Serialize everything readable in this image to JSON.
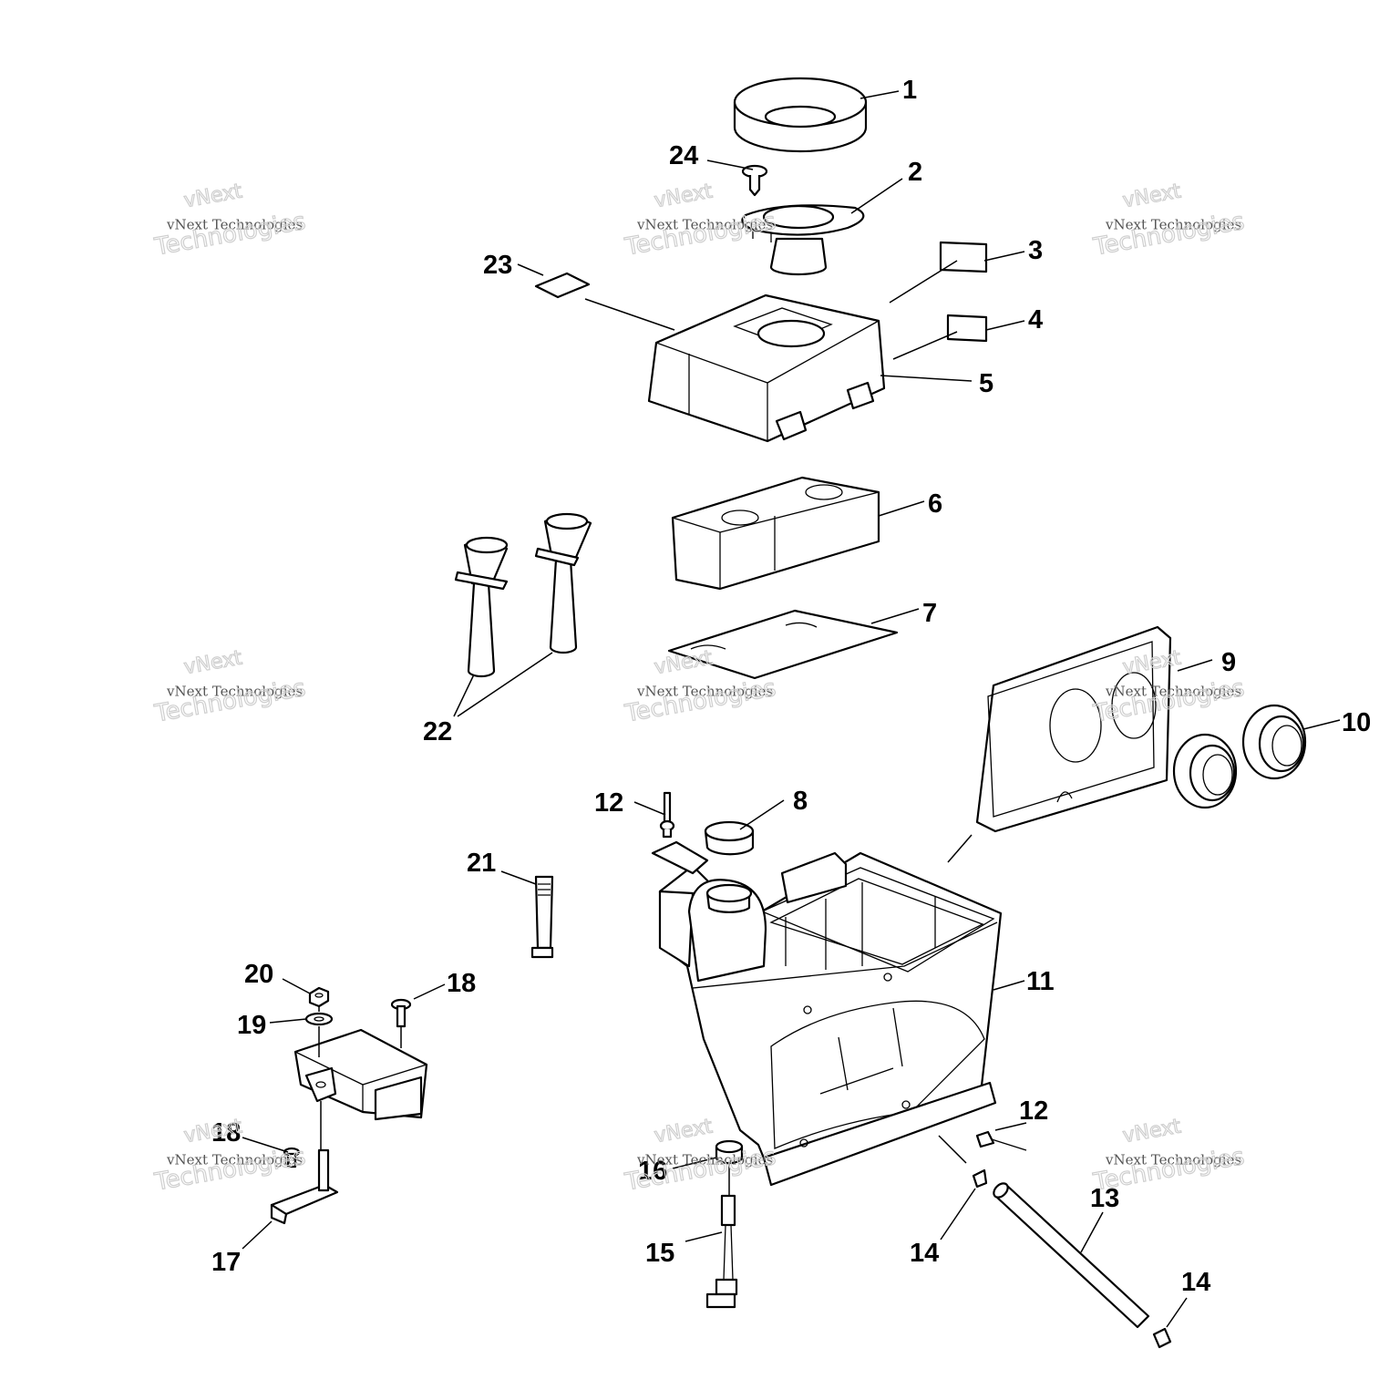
{
  "watermark": {
    "brand": "vNext",
    "full": "vNext Technologies",
    "word": "Technologies"
  },
  "callouts": [
    {
      "id": "1",
      "text": "1"
    },
    {
      "id": "2",
      "text": "2"
    },
    {
      "id": "3",
      "text": "3"
    },
    {
      "id": "4",
      "text": "4"
    },
    {
      "id": "5",
      "text": "5"
    },
    {
      "id": "6",
      "text": "6"
    },
    {
      "id": "7",
      "text": "7"
    },
    {
      "id": "8",
      "text": "8"
    },
    {
      "id": "9",
      "text": "9"
    },
    {
      "id": "10",
      "text": "10"
    },
    {
      "id": "11",
      "text": "11"
    },
    {
      "id": "12a",
      "text": "12"
    },
    {
      "id": "12b",
      "text": "12"
    },
    {
      "id": "13",
      "text": "13"
    },
    {
      "id": "14a",
      "text": "14"
    },
    {
      "id": "14b",
      "text": "14"
    },
    {
      "id": "15",
      "text": "15"
    },
    {
      "id": "16",
      "text": "16"
    },
    {
      "id": "17",
      "text": "17"
    },
    {
      "id": "18a",
      "text": "18"
    },
    {
      "id": "18b",
      "text": "18"
    },
    {
      "id": "19",
      "text": "19"
    },
    {
      "id": "20",
      "text": "20"
    },
    {
      "id": "21",
      "text": "21"
    },
    {
      "id": "22",
      "text": "22"
    },
    {
      "id": "23",
      "text": "23"
    },
    {
      "id": "24",
      "text": "24"
    }
  ]
}
